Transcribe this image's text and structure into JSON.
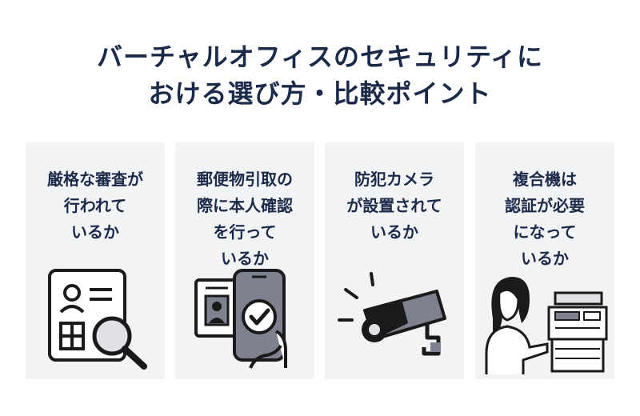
{
  "title": {
    "line1": "バーチャルオフィスのセキュリティに",
    "line2": "おける選び方・比較ポイント"
  },
  "cards": [
    {
      "lines": [
        "厳格な審査が",
        "行われて",
        "いるか"
      ],
      "icon": "id-document-search-icon"
    },
    {
      "lines": [
        "郵便物引取の",
        "際に本人確認",
        "を行って",
        "いるか"
      ],
      "icon": "phone-identity-check-icon"
    },
    {
      "lines": [
        "防犯カメラ",
        "が設置されて",
        "いるか"
      ],
      "icon": "security-camera-icon"
    },
    {
      "lines": [
        "複合機は",
        "認証が必要",
        "になって",
        "いるか"
      ],
      "icon": "person-using-copier-icon"
    }
  ],
  "colors": {
    "text": "#1c2a4a",
    "card_bg": "#f2f3f5",
    "icon_dark": "#1a1a1a",
    "icon_grey": "#7d8190"
  }
}
